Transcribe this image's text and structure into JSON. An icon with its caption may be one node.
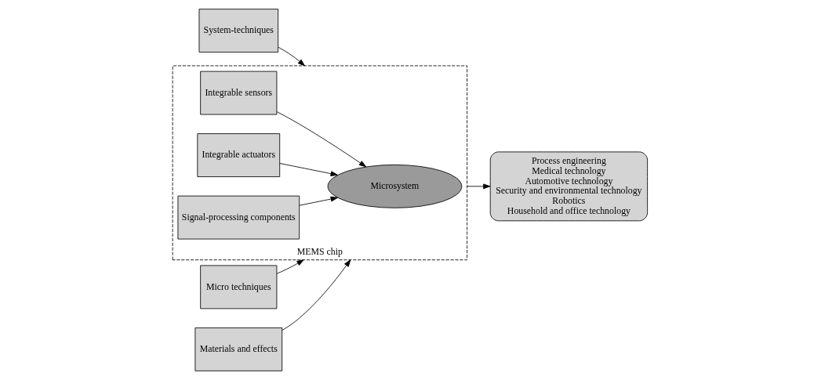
{
  "diagram": {
    "nodes": [
      {
        "text": [
          "System-techniques"
        ]
      },
      {
        "text": [
          "Micro techniques"
        ]
      },
      {
        "text": [
          "Materials and effects"
        ]
      },
      {
        "text": [
          "MEMS chip"
        ]
      },
      {
        "text": [
          "Integrable sensors"
        ],
        "in": 3
      },
      {
        "text": [
          "Integrable actuators"
        ],
        "in": 3
      },
      {
        "text": [
          "Microsystem"
        ],
        "in": 3
      },
      {
        "text": [
          "Signal-processing components"
        ],
        "in": 3
      },
      {
        "text": [
          "Process engineering",
          "Medical technology",
          "Automotive technology",
          "Security and environmental technology",
          "Robotics",
          "Household and office technology"
        ]
      }
    ],
    "edges": [
      {
        "from": 0,
        "to": 3,
        "arrow": "to"
      },
      {
        "from": 1,
        "to": 3,
        "arrow": "to"
      },
      {
        "from": 2,
        "to": 3,
        "arrow": "to"
      },
      {
        "from": 4,
        "to": 6,
        "arrow": "to"
      },
      {
        "from": 5,
        "to": 6,
        "arrow": "to"
      },
      {
        "from": 7,
        "to": 6,
        "arrow": "to"
      },
      {
        "from": 3,
        "to": 8,
        "arrow": "to"
      }
    ]
  }
}
